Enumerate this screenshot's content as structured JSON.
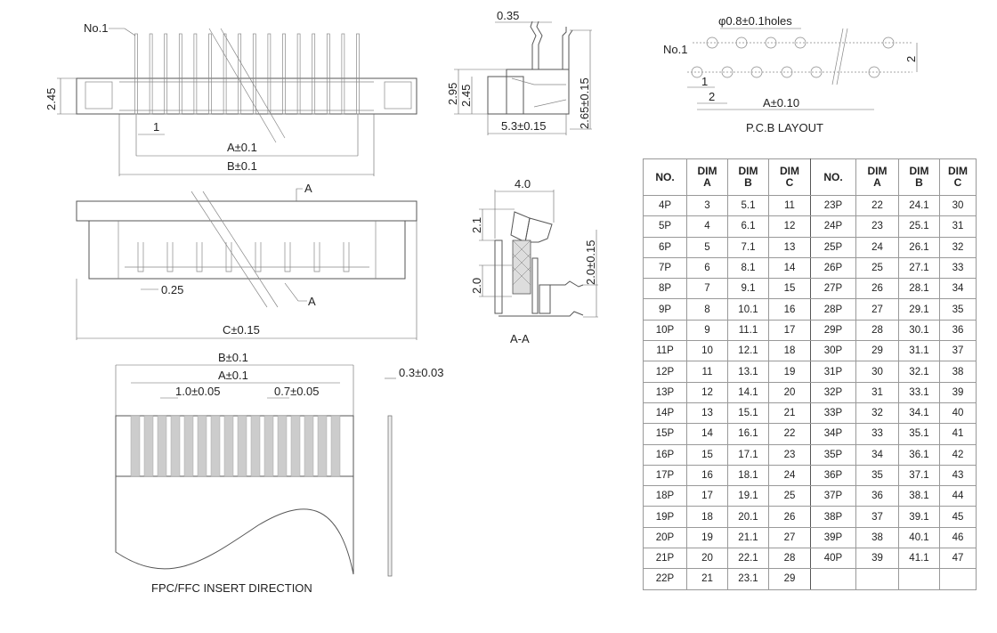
{
  "top_view": {
    "no1_label": "No.1",
    "height_dim": "2.45",
    "pitch_dim": "1",
    "a_dim": "A±0.1",
    "b_dim": "B±0.1",
    "section_mark": "A"
  },
  "side_view": {
    "lead_dim": "0.35",
    "h1_dim": "2.95",
    "h2_dim": "2.45",
    "width_dim": "5.3±0.15",
    "total_height_dim": "2.65±0.15"
  },
  "pcb_layout": {
    "hole_label": "φ0.8±0.1holes",
    "no1_label": "No.1",
    "pitch1_dim": "1",
    "pitch2_dim": "2",
    "row_spacing_dim": "2",
    "a_dim": "A±0.10",
    "title": "P.C.B LAYOUT"
  },
  "front_view": {
    "section_mark_top": "A",
    "section_mark_bottom": "A",
    "contact_dim": "0.25",
    "c_dim": "C±0.15"
  },
  "section_view": {
    "width_dim": "4.0",
    "actuator_dim": "2.1",
    "lower_dim": "2.0",
    "height_dim": "2.0±0.15",
    "title": "A-A"
  },
  "fpc_view": {
    "b_dim": "B±0.1",
    "a_dim": "A±0.1",
    "pitch_dim": "1.0±0.05",
    "conductor_dim": "0.7±0.05",
    "thickness_dim": "0.3±0.03",
    "title": "FPC/FFC INSERT DIRECTION"
  },
  "table": {
    "headers": [
      [
        "NO.",
        ""
      ],
      [
        "DIM",
        "A"
      ],
      [
        "DIM",
        "B"
      ],
      [
        "DIM",
        "C"
      ],
      [
        "NO.",
        ""
      ],
      [
        "DIM",
        "A"
      ],
      [
        "DIM",
        "B"
      ],
      [
        "DIM",
        "C"
      ]
    ],
    "rows": [
      [
        "4P",
        "3",
        "5.1",
        "11",
        "23P",
        "22",
        "24.1",
        "30"
      ],
      [
        "5P",
        "4",
        "6.1",
        "12",
        "24P",
        "23",
        "25.1",
        "31"
      ],
      [
        "6P",
        "5",
        "7.1",
        "13",
        "25P",
        "24",
        "26.1",
        "32"
      ],
      [
        "7P",
        "6",
        "8.1",
        "14",
        "26P",
        "25",
        "27.1",
        "33"
      ],
      [
        "8P",
        "7",
        "9.1",
        "15",
        "27P",
        "26",
        "28.1",
        "34"
      ],
      [
        "9P",
        "8",
        "10.1",
        "16",
        "28P",
        "27",
        "29.1",
        "35"
      ],
      [
        "10P",
        "9",
        "11.1",
        "17",
        "29P",
        "28",
        "30.1",
        "36"
      ],
      [
        "11P",
        "10",
        "12.1",
        "18",
        "30P",
        "29",
        "31.1",
        "37"
      ],
      [
        "12P",
        "11",
        "13.1",
        "19",
        "31P",
        "30",
        "32.1",
        "38"
      ],
      [
        "13P",
        "12",
        "14.1",
        "20",
        "32P",
        "31",
        "33.1",
        "39"
      ],
      [
        "14P",
        "13",
        "15.1",
        "21",
        "33P",
        "32",
        "34.1",
        "40"
      ],
      [
        "15P",
        "14",
        "16.1",
        "22",
        "34P",
        "33",
        "35.1",
        "41"
      ],
      [
        "16P",
        "15",
        "17.1",
        "23",
        "35P",
        "34",
        "36.1",
        "42"
      ],
      [
        "17P",
        "16",
        "18.1",
        "24",
        "36P",
        "35",
        "37.1",
        "43"
      ],
      [
        "18P",
        "17",
        "19.1",
        "25",
        "37P",
        "36",
        "38.1",
        "44"
      ],
      [
        "19P",
        "18",
        "20.1",
        "26",
        "38P",
        "37",
        "39.1",
        "45"
      ],
      [
        "20P",
        "19",
        "21.1",
        "27",
        "39P",
        "38",
        "40.1",
        "46"
      ],
      [
        "21P",
        "20",
        "22.1",
        "28",
        "40P",
        "39",
        "41.1",
        "47"
      ],
      [
        "22P",
        "21",
        "23.1",
        "29",
        "",
        "",
        "",
        ""
      ]
    ]
  }
}
